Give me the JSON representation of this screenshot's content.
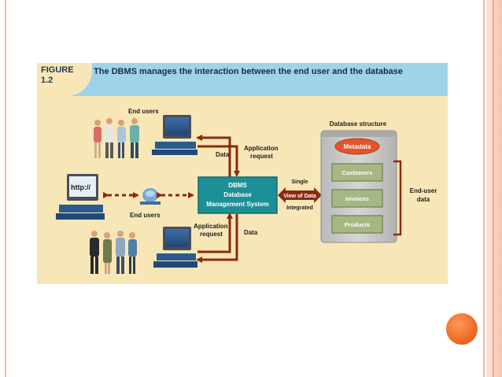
{
  "figure": {
    "label": "FIGURE\n1.2",
    "title": "The DBMS manages the interaction between the end user and the database"
  },
  "diagram": {
    "end_users_top": "End users",
    "end_users_middle": "End users",
    "url_text": "http://",
    "data_top": "Data",
    "application_request_top": [
      "Application",
      "request"
    ],
    "application_request_bottom": [
      "Application",
      "request"
    ],
    "data_bottom": "Data",
    "dbms_box": [
      "DBMS",
      "Database",
      "Management System"
    ],
    "single_view": [
      "Single",
      "View of Data",
      "Integrated"
    ],
    "database_structure": "Database structure",
    "metadata": "Metadata",
    "tables": [
      "Customers",
      "Invoices",
      "Products"
    ],
    "end_user_data": [
      "End-user",
      "data"
    ]
  },
  "colors": {
    "figure_bg": "#f7e7b7",
    "header_band": "#9fd3ea",
    "dbms_box": "#1d8f96",
    "metadata_oval": "#e2552a",
    "arrow": "#8b2a12",
    "table_box": "#a6b783",
    "db_container": "#c9c9c9",
    "accent_circle": "#ee6a26"
  }
}
